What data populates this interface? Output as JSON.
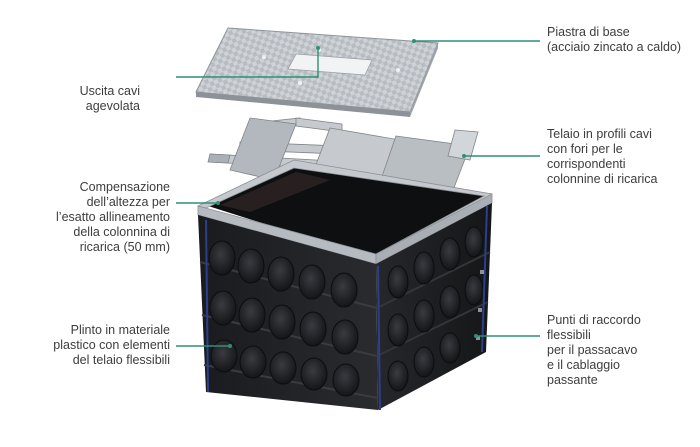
{
  "callouts": {
    "base_plate": {
      "lines": [
        "Piastra di base",
        "(acciaio zincato a caldo)"
      ]
    },
    "cable_exit": {
      "lines": [
        "Uscita cavi",
        "agevolata"
      ]
    },
    "frame": {
      "lines": [
        "Telaio in profili cavi",
        "con fori per le",
        "corrispondenti",
        "colonnine di ricarica"
      ]
    },
    "height_comp": {
      "lines": [
        "Compensazione",
        "dell’altezza per",
        "l’esatto allineamento",
        "della colonnina di",
        "ricarica (50 mm)"
      ]
    },
    "plinth": {
      "lines": [
        "Plinto in materiale",
        "plastico con elementi",
        "del telaio flessibili"
      ]
    },
    "connection_points": {
      "lines": [
        "Punti di raccordo",
        "flessibili",
        "per il passacavo",
        "e il cablaggio",
        "passante"
      ]
    }
  },
  "colors": {
    "leader_line": "#2f8f78",
    "plate": "#b9bec4",
    "frame": "#c7cbd0",
    "plinth": "#1c1d20",
    "text": "#3d3d3d"
  }
}
